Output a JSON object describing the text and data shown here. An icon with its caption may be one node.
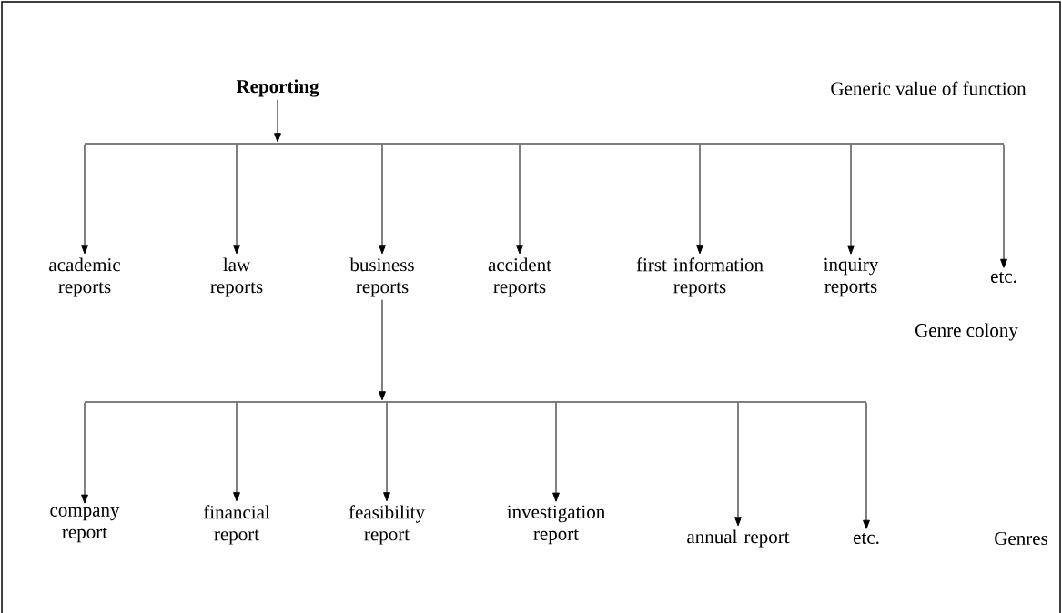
{
  "diagram": {
    "nodes": [
      {
        "text": [
          "Reporting"
        ]
      },
      {
        "text": [],
        "shape": "bar"
      },
      {
        "text": [
          "academic reports"
        ]
      },
      {
        "text": [
          "law reports"
        ]
      },
      {
        "text": [
          "business reports"
        ]
      },
      {
        "text": [
          "accident reports"
        ]
      },
      {
        "text": [
          "first information reports"
        ]
      },
      {
        "text": [
          "inquiry reports"
        ]
      },
      {
        "text": [
          "etc."
        ]
      },
      {
        "text": [],
        "shape": "bar"
      },
      {
        "text": [
          "company report"
        ]
      },
      {
        "text": [
          "financial report"
        ]
      },
      {
        "text": [
          "feasibility report"
        ]
      },
      {
        "text": [
          "investigation report"
        ]
      },
      {
        "text": [
          "annual report"
        ]
      },
      {
        "text": [
          "etc."
        ]
      }
    ],
    "edges": [
      {
        "from": 0,
        "to": 1,
        "arrow": "to"
      },
      {
        "from": 1,
        "to": 2,
        "arrow": "to"
      },
      {
        "from": 1,
        "to": 3,
        "arrow": "to"
      },
      {
        "from": 1,
        "to": 4,
        "arrow": "to"
      },
      {
        "from": 1,
        "to": 5,
        "arrow": "to"
      },
      {
        "from": 1,
        "to": 6,
        "arrow": "to"
      },
      {
        "from": 1,
        "to": 7,
        "arrow": "to"
      },
      {
        "from": 1,
        "to": 8,
        "arrow": "to"
      },
      {
        "from": 4,
        "to": 9,
        "arrow": "to"
      },
      {
        "from": 9,
        "to": 10,
        "arrow": "to"
      },
      {
        "from": 9,
        "to": 11,
        "arrow": "to"
      },
      {
        "from": 9,
        "to": 12,
        "arrow": "to"
      },
      {
        "from": 9,
        "to": 13,
        "arrow": "to"
      },
      {
        "from": 9,
        "to": 14,
        "arrow": "to"
      },
      {
        "from": 9,
        "to": 15,
        "arrow": "to"
      }
    ],
    "labels": [
      "Generic value of function",
      "Genre colony",
      "Genres"
    ]
  }
}
